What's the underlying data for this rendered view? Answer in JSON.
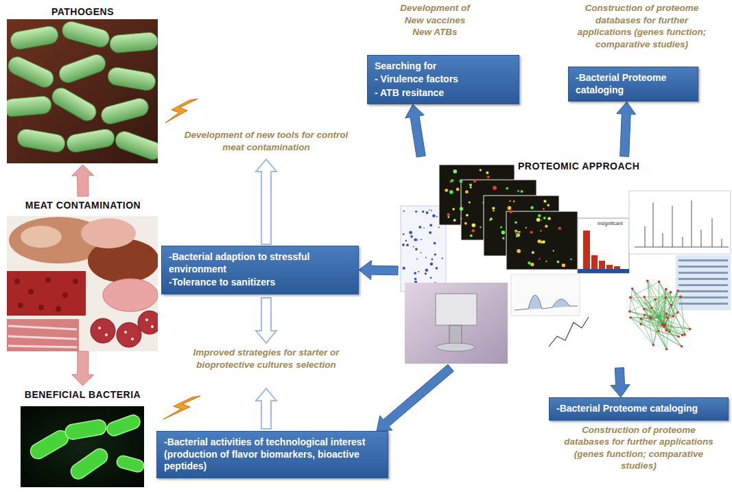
{
  "diagram": {
    "nodes": [
      {
        "text": [
          "PATHOGENS"
        ]
      },
      {
        "text": [
          "Development of New vaccines New ATBs",
          "Searching for",
          "- Virulence factors",
          "- ATB resitance"
        ]
      },
      {
        "text": [
          "Construction of proteome databases for further applications (genes function; comparative studies)",
          "-Bacterial Proteome cataloging"
        ]
      },
      {
        "text": [
          "MEAT CONTAMINATION"
        ]
      },
      {
        "text": [
          "PROTEOMIC APPROACH"
        ]
      },
      {
        "text": [
          "-Bacterial adaption to stressful environment",
          "-Tolerance to sanitizers"
        ]
      },
      {
        "text": [
          "BENEFICIAL BACTERIA"
        ]
      },
      {
        "text": [
          "-Bacterial activities of technological interest (production of flavor biomarkers, bioactive peptides)"
        ]
      },
      {
        "text": [
          "-Bacterial Proteome cataloging",
          "Construction of proteome databases for further applications (genes function; comparative studies)"
        ]
      }
    ],
    "edges": [
      {
        "from": 3,
        "to": 0,
        "arrow": "to"
      },
      {
        "from": 3,
        "to": 6,
        "arrow": "to"
      },
      {
        "from": 4,
        "to": 1,
        "arrow": "to"
      },
      {
        "from": 4,
        "to": 2,
        "arrow": "to"
      },
      {
        "from": 4,
        "to": 5,
        "arrow": "to"
      },
      {
        "from": 4,
        "to": 7,
        "arrow": "to"
      },
      {
        "from": 4,
        "to": 8,
        "arrow": "to"
      }
    ],
    "labels": [
      "Development of new tools for control meat contamination",
      "Improved strategies for starter or bioprotective cultures selection",
      "insignificant"
    ]
  }
}
